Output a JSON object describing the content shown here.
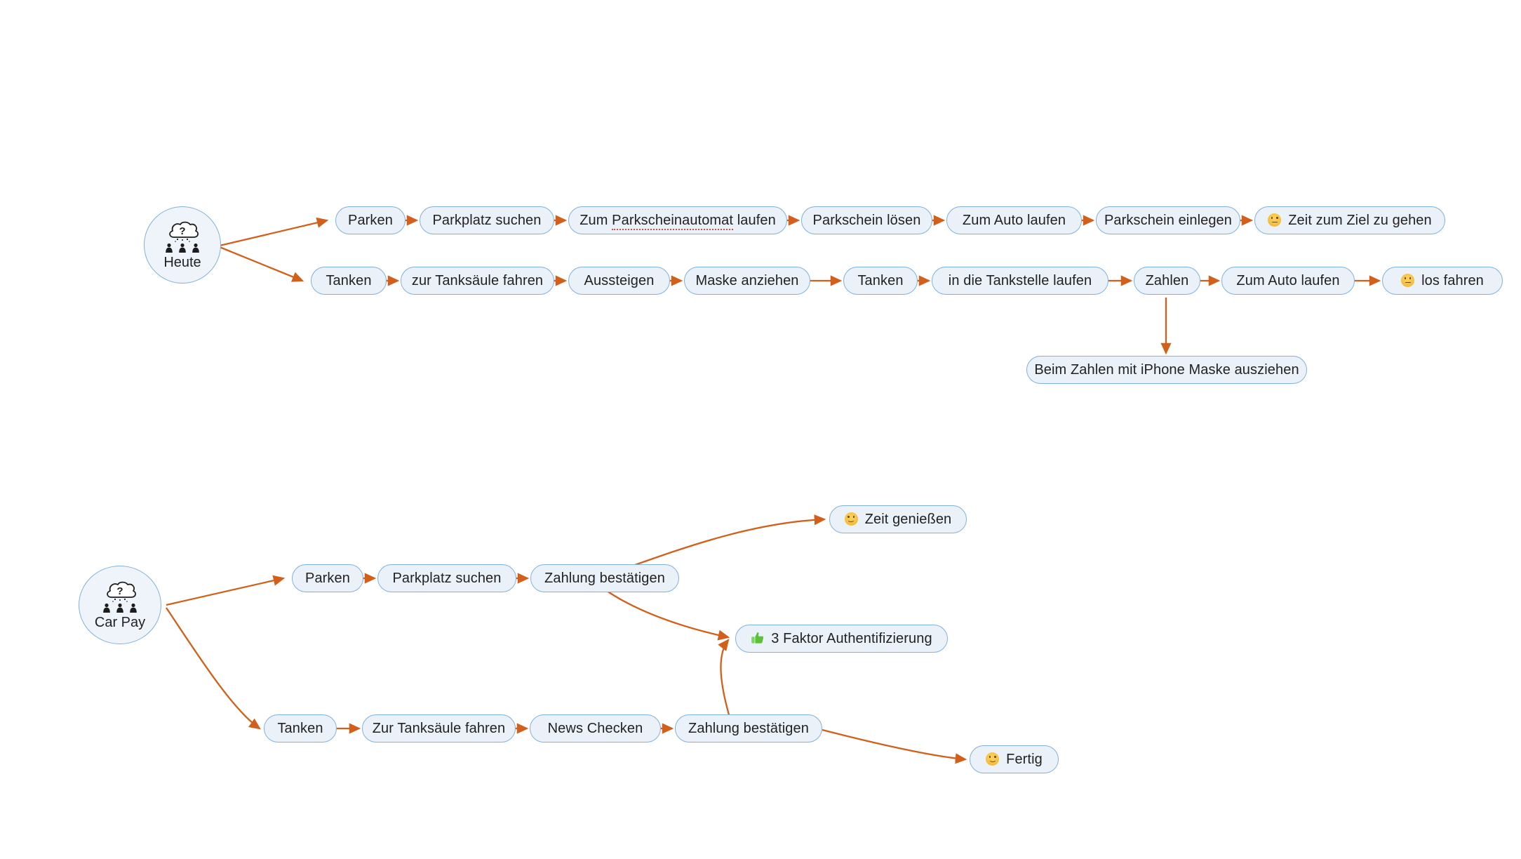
{
  "diagram": {
    "type": "mindmap",
    "background": "#ffffff",
    "colors": {
      "node_fill": "#eaf1f8",
      "node_border": "#7fb2dd",
      "edge": "#d2601a",
      "text": "#222222",
      "spellcheck_underline": "#e04b3a",
      "emoji_yellow": "#f4ba3a",
      "thumb_green": "#5bc236"
    },
    "maps": [
      {
        "id": "heute",
        "root": {
          "label": "Heute",
          "icon": "thought-cloud-question-people-icon"
        },
        "branches": [
          {
            "id": "parken",
            "nodes": [
              {
                "label": "Parken"
              },
              {
                "label": "Parkplatz suchen"
              },
              {
                "label": "Zum Parkscheinautomat laufen",
                "spellcheck_word": "Parkscheinautomat"
              },
              {
                "label": "Parkschein lösen"
              },
              {
                "label": "Zum Auto laufen"
              },
              {
                "label": "Parkschein einlegen"
              },
              {
                "label": "Zeit zum Ziel zu gehen",
                "emoji": "neutral-face"
              }
            ]
          },
          {
            "id": "tanken",
            "nodes": [
              {
                "label": "Tanken"
              },
              {
                "label": "zur Tanksäule fahren"
              },
              {
                "label": "Aussteigen"
              },
              {
                "label": "Maske anziehen"
              },
              {
                "label": "Tanken"
              },
              {
                "label": "in die Tankstelle laufen"
              },
              {
                "label": "Zahlen"
              },
              {
                "label": "Zum Auto laufen"
              },
              {
                "label": "los fahren",
                "emoji": "neutral-face"
              }
            ]
          }
        ],
        "sub_nodes": [
          {
            "id": "maske-ausziehen",
            "label": "Beim Zahlen mit iPhone Maske ausziehen",
            "parent": "Zahlen"
          }
        ]
      },
      {
        "id": "car-pay",
        "root": {
          "label": "Car Pay",
          "icon": "thought-cloud-question-people-icon"
        },
        "branches": [
          {
            "id": "parken",
            "nodes": [
              {
                "label": "Parken"
              },
              {
                "label": "Parkplatz suchen"
              },
              {
                "label": "Zahlung bestätigen"
              }
            ]
          },
          {
            "id": "tanken",
            "nodes": [
              {
                "label": "Tanken"
              },
              {
                "label": "Zur Tanksäule fahren"
              },
              {
                "label": "News Checken"
              },
              {
                "label": "Zahlung bestätigen"
              }
            ]
          }
        ],
        "outcomes": [
          {
            "id": "zeit-geniessen",
            "label": "Zeit genießen",
            "emoji": "smiling-face"
          },
          {
            "id": "drei-faktor",
            "label": "3 Faktor Authentifizierung",
            "emoji": "thumbs-up"
          },
          {
            "id": "fertig",
            "label": "Fertig",
            "emoji": "smiling-face"
          }
        ]
      }
    ]
  }
}
